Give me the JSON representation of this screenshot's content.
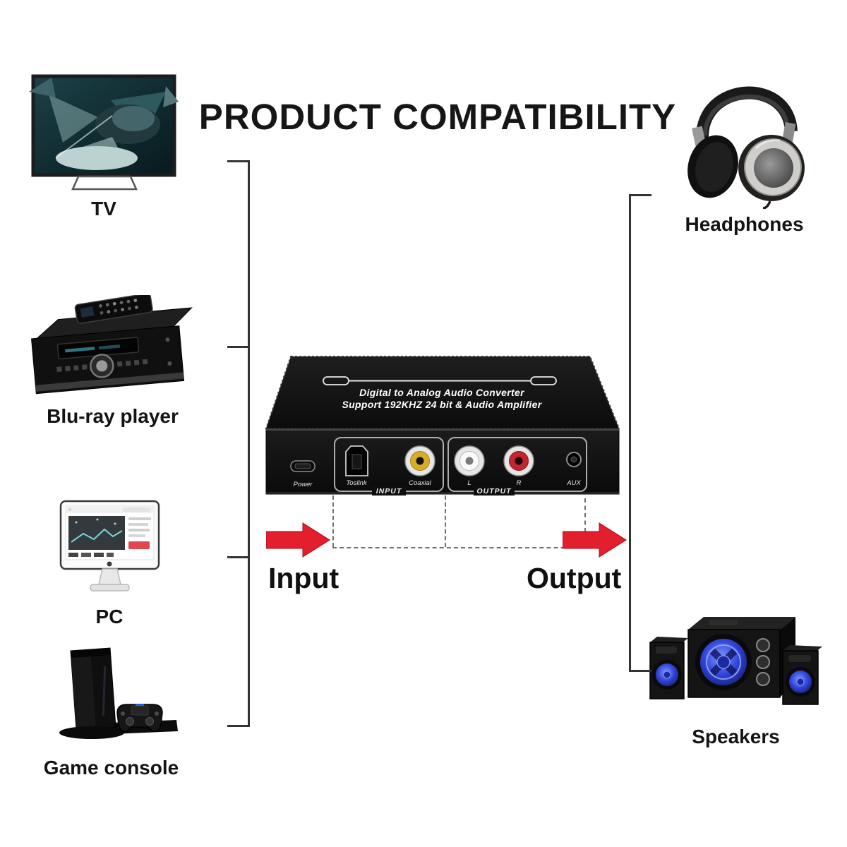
{
  "title": "PRODUCT COMPATIBILITY",
  "sources": [
    {
      "label": "TV"
    },
    {
      "label": "Blu-ray player"
    },
    {
      "label": "PC"
    },
    {
      "label": "Game console"
    }
  ],
  "sinks": [
    {
      "label": "Headphones"
    },
    {
      "label": "Speakers"
    }
  ],
  "converter": {
    "label_line1": "Digital to Analog Audio Converter",
    "label_line2": "Support 192KHZ 24 bit & Audio Amplifier",
    "ports": {
      "power": "Power",
      "toslink": "Toslink",
      "coaxial": "Coaxial",
      "input_group": "INPUT",
      "left_channel": "L",
      "right_channel": "R",
      "output_group": "OUTPUT",
      "aux": "AUX"
    }
  },
  "flow": {
    "input_label": "Input",
    "output_label": "Output"
  },
  "colors": {
    "arrow_red": "#e31e2d",
    "connector_line": "#333333",
    "dashed_line": "#707070",
    "device_black": "#0d0d0d",
    "rca_yellow": "#d6ac28",
    "rca_white": "#fafafa",
    "rca_red": "#c2252e",
    "speaker_led_blue": "#3b55e6"
  }
}
